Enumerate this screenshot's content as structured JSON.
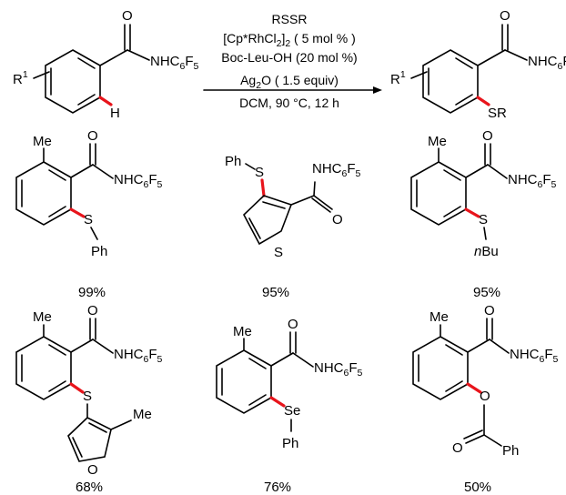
{
  "scheme": {
    "start": {
      "r_group": "R",
      "r_sup": "1",
      "amide": "NHC",
      "amide_sub1": "6",
      "amide_f": "F",
      "amide_sub2": "5",
      "o": "O",
      "h": "H"
    },
    "product": {
      "r_group": "R",
      "r_sup": "1",
      "amide": "NHC",
      "amide_sub1": "6",
      "amide_f": "F",
      "amide_sub2": "5",
      "o": "O",
      "sr": "SR"
    },
    "conditions": {
      "line1": "RSSR",
      "line2_a": "[Cp*RhCl",
      "line2_s1": "2",
      "line2_b": "]",
      "line2_s2": "2",
      "line2_c": " ( 5 mol % )",
      "line3": "Boc-Leu-OH (20 mol %)",
      "line4_a": "Ag",
      "line4_s": "2",
      "line4_b": "O ( 1.5 equiv)",
      "line5": "DCM, 90 °C, 12 h"
    }
  },
  "labels": {
    "me": "Me",
    "o": "O",
    "s": "S",
    "se": "Se",
    "ph": "Ph",
    "ph_dash": "Ph",
    "bu_n": "n",
    "bu": "Bu",
    "nhc": "NHC",
    "six": "6",
    "f": "F",
    "five": "5"
  },
  "yields": [
    "99%",
    "95%",
    "95%",
    "68%",
    "76%",
    "50%"
  ],
  "colors": {
    "highlight": "#e8141b",
    "bond": "#000000"
  }
}
